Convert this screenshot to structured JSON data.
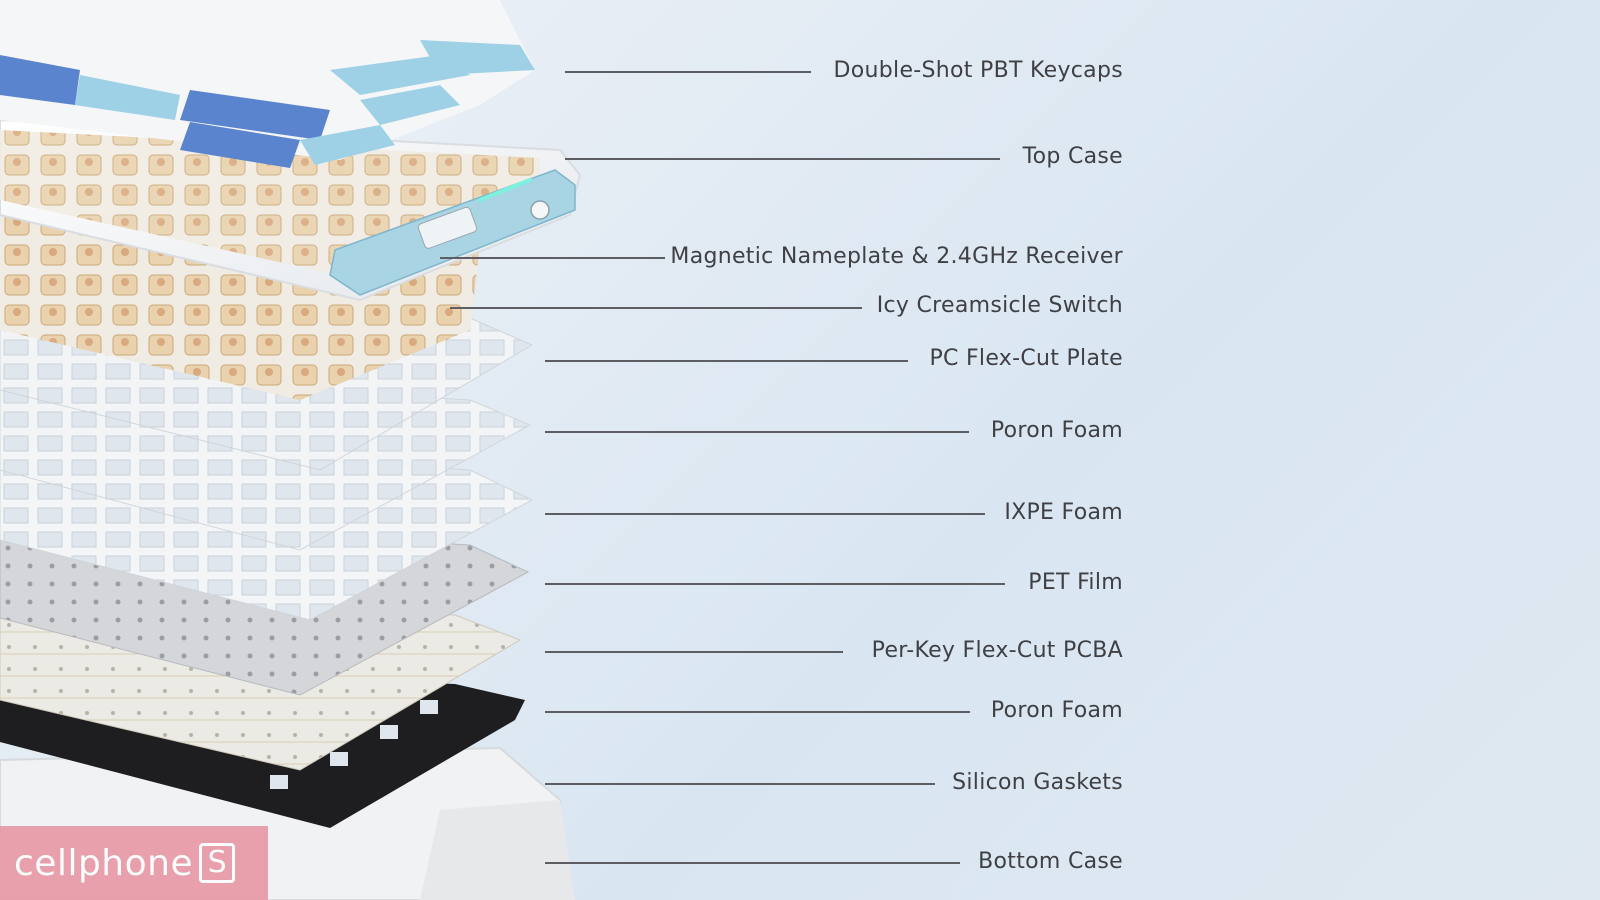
{
  "diagram": {
    "layers": [
      {
        "label": "Double-Shot PBT Keycaps"
      },
      {
        "label": "Top Case"
      },
      {
        "label": "Magnetic Nameplate & 2.4GHz Receiver"
      },
      {
        "label": "Icy Creamsicle Switch"
      },
      {
        "label": "PC Flex-Cut Plate"
      },
      {
        "label": "Poron Foam"
      },
      {
        "label": "IXPE Foam"
      },
      {
        "label": "PET Film"
      },
      {
        "label": "Per-Key Flex-Cut PCBA"
      },
      {
        "label": "Poron Foam"
      },
      {
        "label": "Silicon Gaskets"
      },
      {
        "label": "Bottom Case"
      }
    ]
  },
  "watermark": {
    "text": "cellphone",
    "logo_letter": "S"
  },
  "colors": {
    "keycap_white": "#f4f6f8",
    "keycap_blue": "#5b84cf",
    "keycap_light_blue": "#9ed0e6",
    "switch_cream": "#e9d2ad",
    "foam_black": "#1e1e20",
    "leader_line": "#5c5e63",
    "watermark_pink": "#e79aa6"
  }
}
